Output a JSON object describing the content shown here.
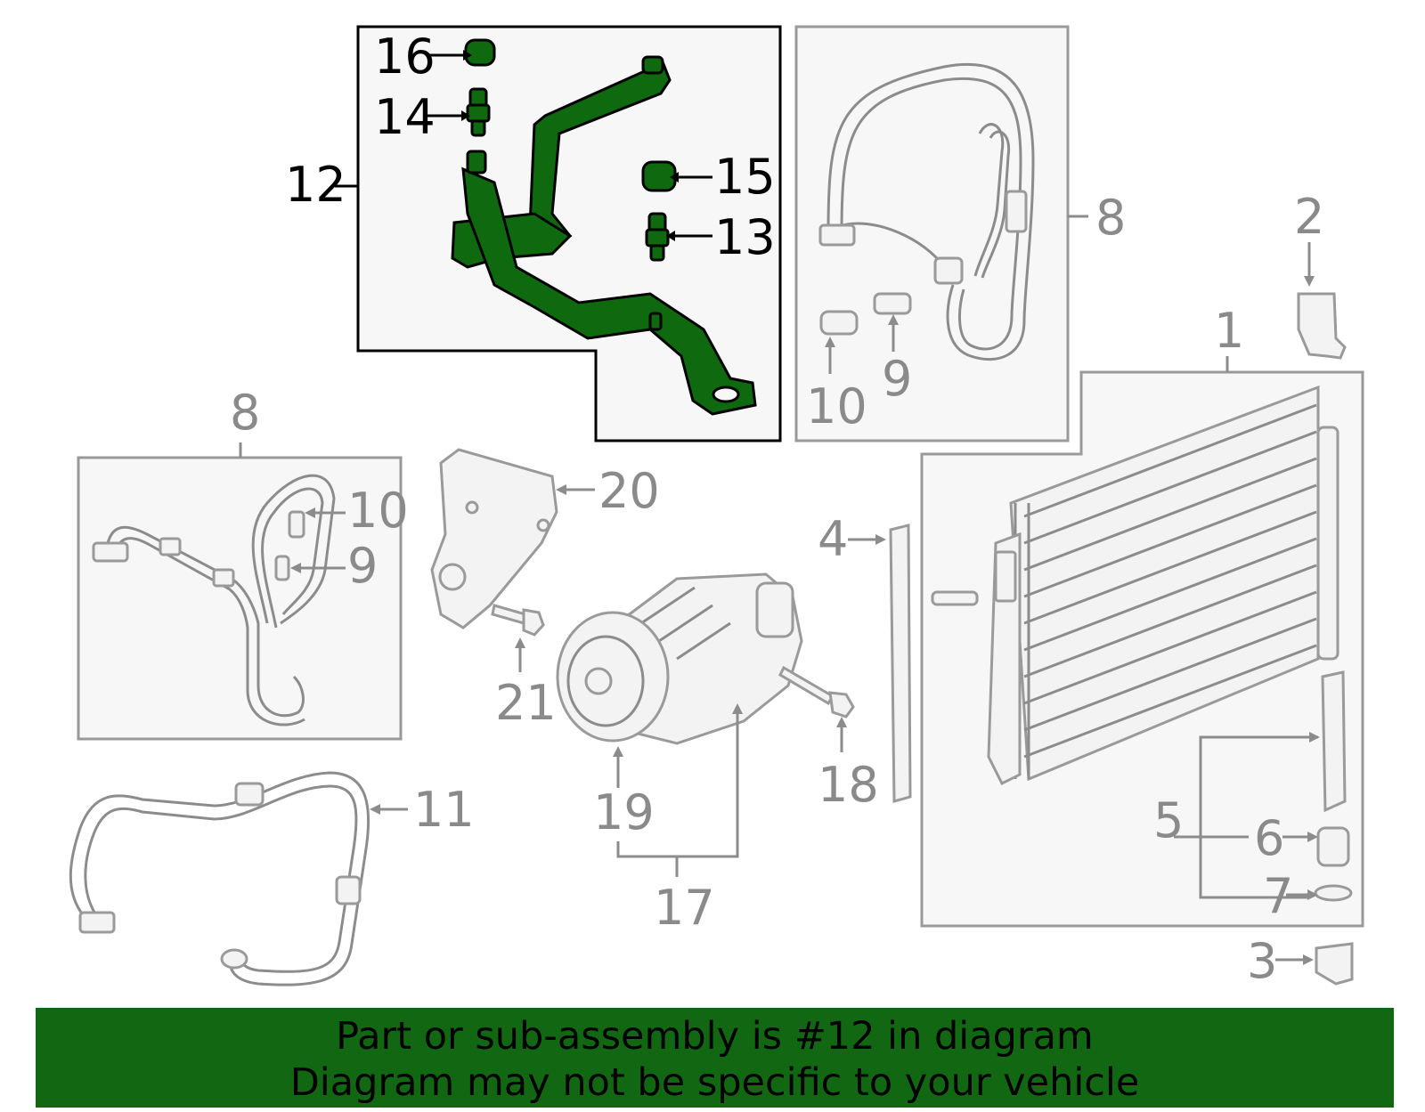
{
  "callouts": {
    "c1": "1",
    "c2": "2",
    "c3": "3",
    "c4": "4",
    "c5": "5",
    "c6": "6",
    "c7": "7",
    "c8a": "8",
    "c8b": "8",
    "c9a": "9",
    "c9b": "9",
    "c10a": "10",
    "c10b": "10",
    "c11": "11",
    "c12": "12",
    "c13": "13",
    "c14": "14",
    "c15": "15",
    "c16": "16",
    "c17": "17",
    "c18": "18",
    "c19": "19",
    "c20": "20",
    "c21": "21"
  },
  "colors": {
    "highlight": "#0f6a0f",
    "banner": "#126812",
    "outline_gray": "#9a9a9a",
    "callout_gray": "#8a8a8a"
  },
  "banner": {
    "line1": "Part or sub-assembly is #12 in diagram",
    "line2": "Diagram may not be specific to your vehicle"
  }
}
